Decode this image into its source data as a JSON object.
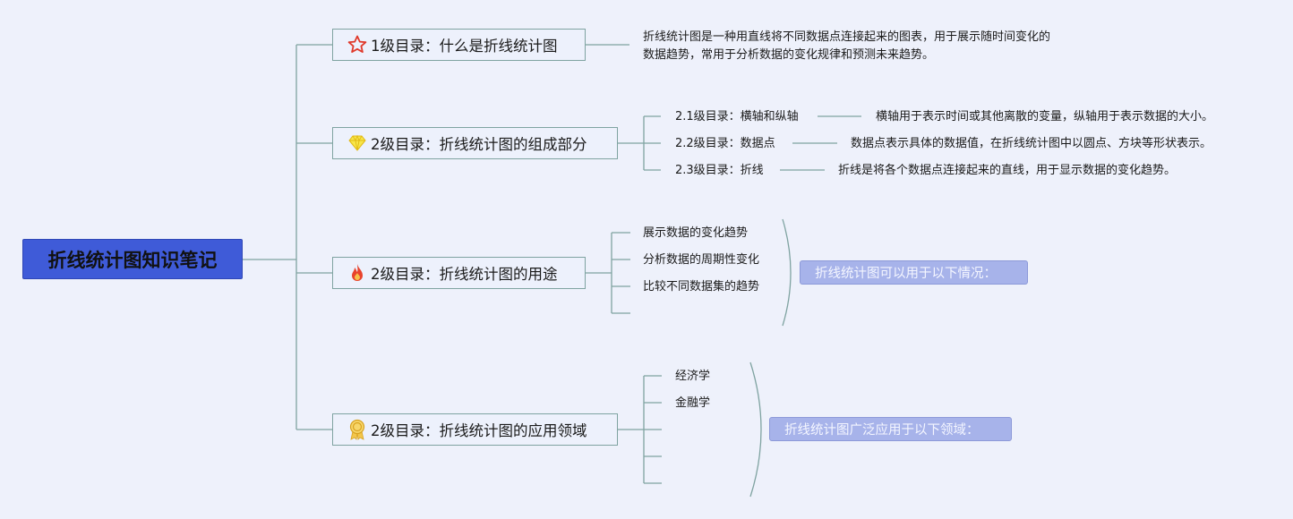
{
  "root": {
    "title": "折线统计图知识笔记"
  },
  "branches": [
    {
      "label": "1级目录：什么是折线统计图",
      "icon": "star-icon",
      "description": [
        "折线统计图是一种用直线将不同数据点连接起来的图表，用于展示随时间变化的",
        "数据趋势，常用于分析数据的变化规律和预测未来趋势。"
      ]
    },
    {
      "label": "2级目录：折线统计图的组成部分",
      "icon": "diamond-icon",
      "children": [
        {
          "label": "2.1级目录：横轴和纵轴",
          "detail": "横轴用于表示时间或其他离散的变量，纵轴用于表示数据的大小。"
        },
        {
          "label": "2.2级目录：数据点",
          "detail": "数据点表示具体的数据值，在折线统计图中以圆点、方块等形状表示。"
        },
        {
          "label": "2.3级目录：折线",
          "detail": "折线是将各个数据点连接起来的直线，用于显示数据的变化趋势。"
        }
      ]
    },
    {
      "label": "2级目录：折线统计图的用途",
      "icon": "fire-icon",
      "items": [
        "展示数据的变化趋势",
        "分析数据的周期性变化",
        "比较不同数据集的趋势",
        ""
      ],
      "summary": "折线统计图可以用于以下情况："
    },
    {
      "label": "2级目录：折线统计图的应用领域",
      "icon": "award-icon",
      "items": [
        "经济学",
        "金融学",
        "",
        "",
        ""
      ],
      "summary": "折线统计图广泛应用于以下领域："
    }
  ]
}
